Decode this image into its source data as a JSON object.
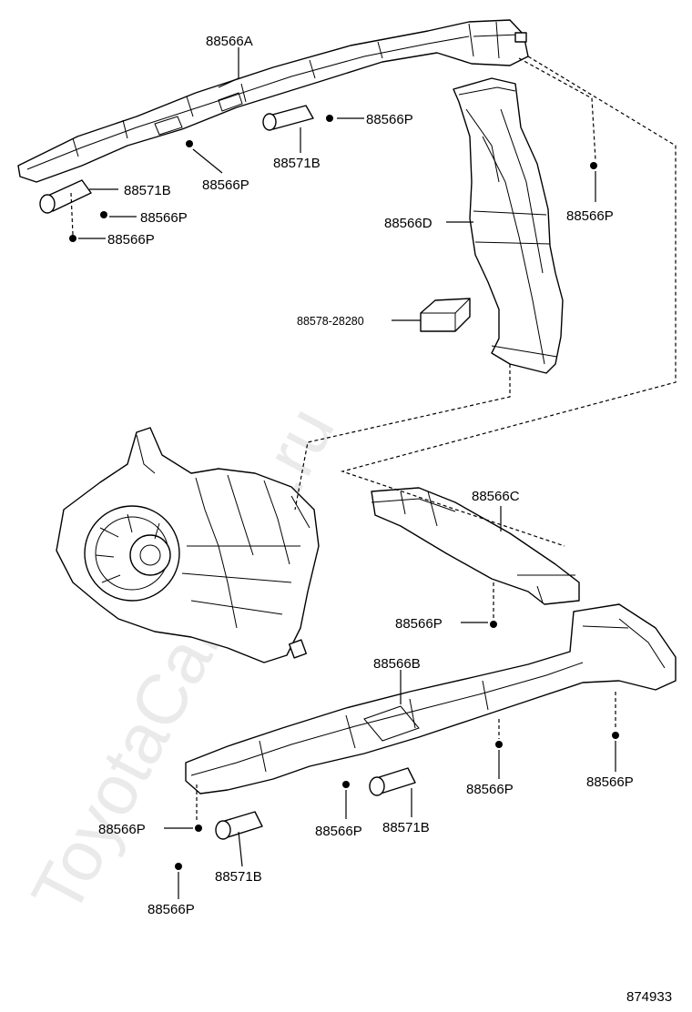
{
  "watermark": "ToyotaCarMine.ru",
  "figure_id": "874933",
  "labels": {
    "duct_a": "88566A",
    "duct_b": "88566B",
    "duct_c": "88566C",
    "duct_d": "88566D",
    "clip": "88566P",
    "nozzle": "88571B",
    "pad": "88578-28280"
  }
}
